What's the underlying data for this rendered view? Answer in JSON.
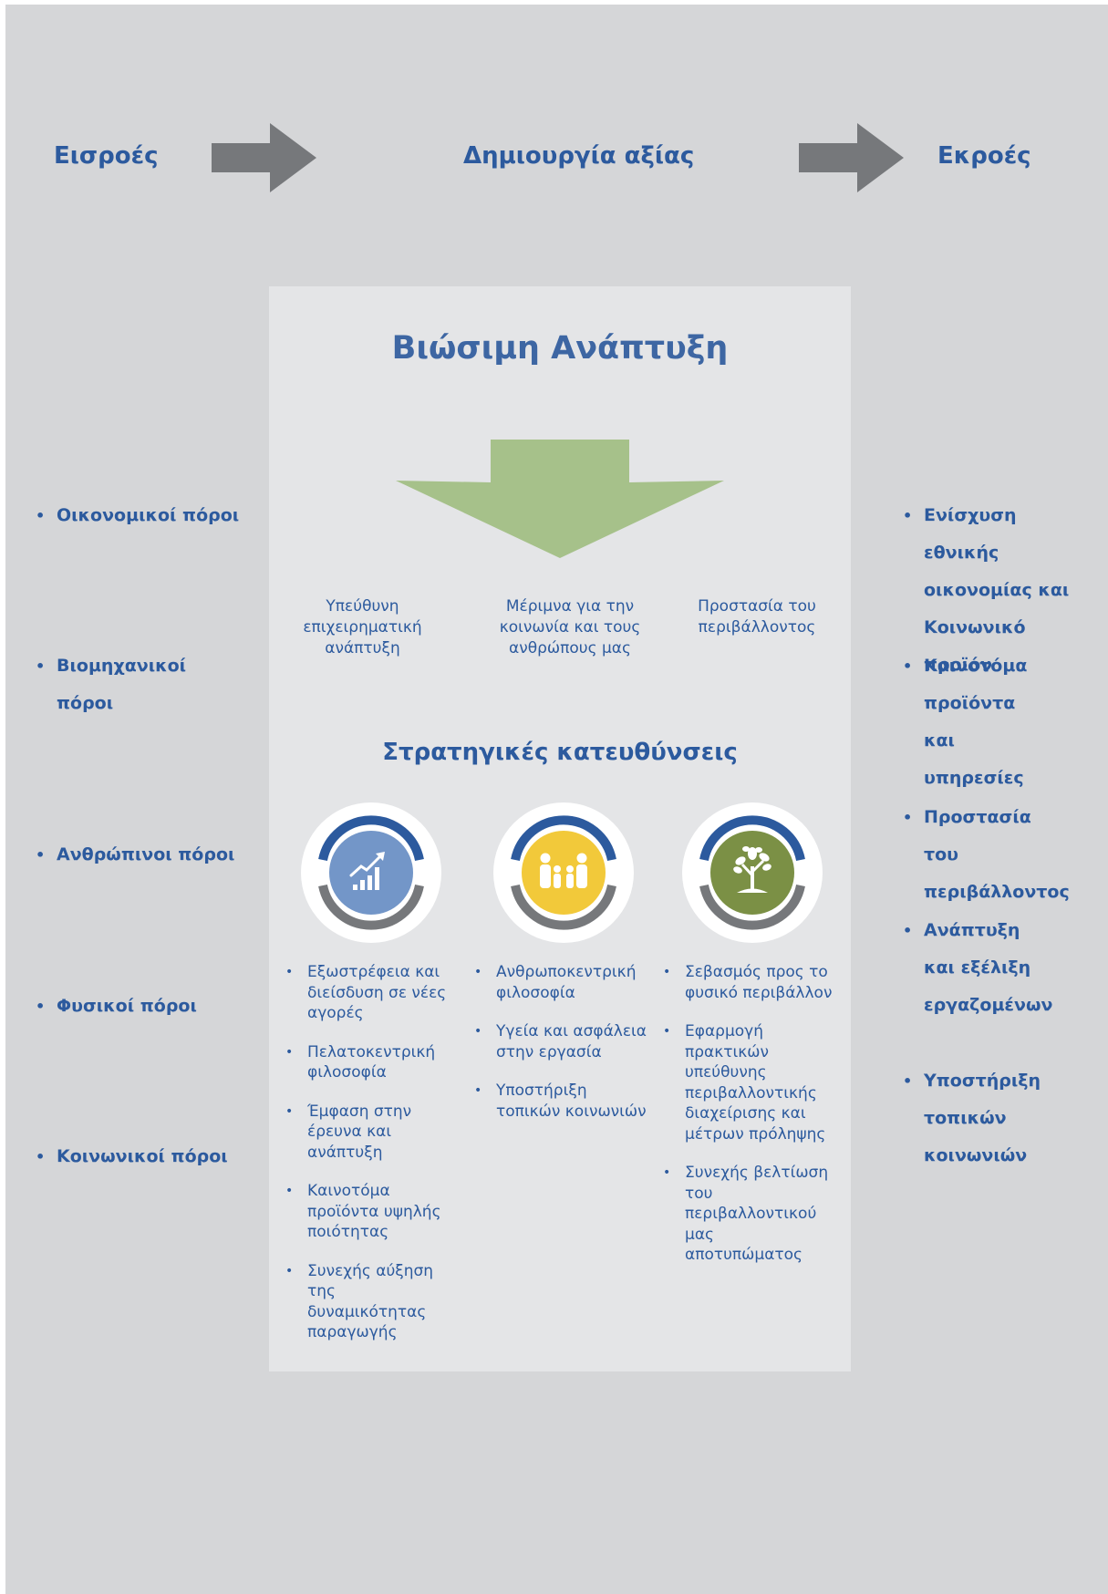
{
  "headers": {
    "inputs": "Εισροές",
    "value_creation": "Δημιουργία αξίας",
    "outputs": "Εκροές"
  },
  "inputs": [
    "Οικονομικοί πόροι",
    "Βιομηχανικοί πόροι",
    "Ανθρώπινοι πόροι",
    "Φυσικοί πόροι",
    "Κοινωνικοί πόροι"
  ],
  "outputs": [
    "Ενίσχυση εθνικής οικονομίας και Κοινωνικό προϊόν",
    "Καινοτόμα προϊόντα και υπηρεσίες",
    "Προστασία του περιβάλλοντος",
    "Ανάπτυξη και εξέλιξη εργαζομένων",
    "Υποστήριξη τοπικών κοινωνιών"
  ],
  "center": {
    "title": "Βιώσιμη Ανάπτυξη",
    "pillars": [
      "Υπεύθυνη επιχειρηματική ανάπτυξη",
      "Μέριμνα για την κοινωνία και τους ανθρώπους μας",
      "Προστασία του περιβάλλοντος"
    ],
    "strategic_title": "Στρατηγικές κατευθύνσεις",
    "columns": [
      {
        "icon": "growth-chart-icon",
        "color": "#7396c8",
        "items": [
          "Εξωστρέφεια και διείσδυση σε νέες αγορές",
          "Πελατοκεντρική φιλοσοφία",
          "Έμφαση στην έρευνα και ανάπτυξη",
          "Καινοτόμα προϊόντα υψηλής ποιότητας",
          "Συνεχής αύξηση της δυναμικότητας παραγωγής"
        ]
      },
      {
        "icon": "family-people-icon",
        "color": "#f2c93a",
        "items": [
          "Ανθρωποκεντρική φιλοσοφία",
          "Υγεία και ασφάλεια στην εργασία",
          "Υποστήριξη τοπικών κοινωνιών"
        ]
      },
      {
        "icon": "tree-plant-icon",
        "color": "#7b9045",
        "items": [
          "Σεβασμός προς το φυσικό περιβάλλον",
          "Εφαρμογή πρακτικών υπεύθυνης περιβαλλοντικής διαχείρισης και μέτρων πρόληψης",
          "Συνεχής βελτίωση του περιβαλλοντικού μας αποτυπώματος"
        ]
      }
    ]
  },
  "colors": {
    "heading_blue": "#2c5a9e",
    "arrow_gray": "#76787b",
    "green_arrow": "#a6c18a",
    "ring_blue": "#2c5a9e",
    "ring_gray": "#76787b"
  }
}
